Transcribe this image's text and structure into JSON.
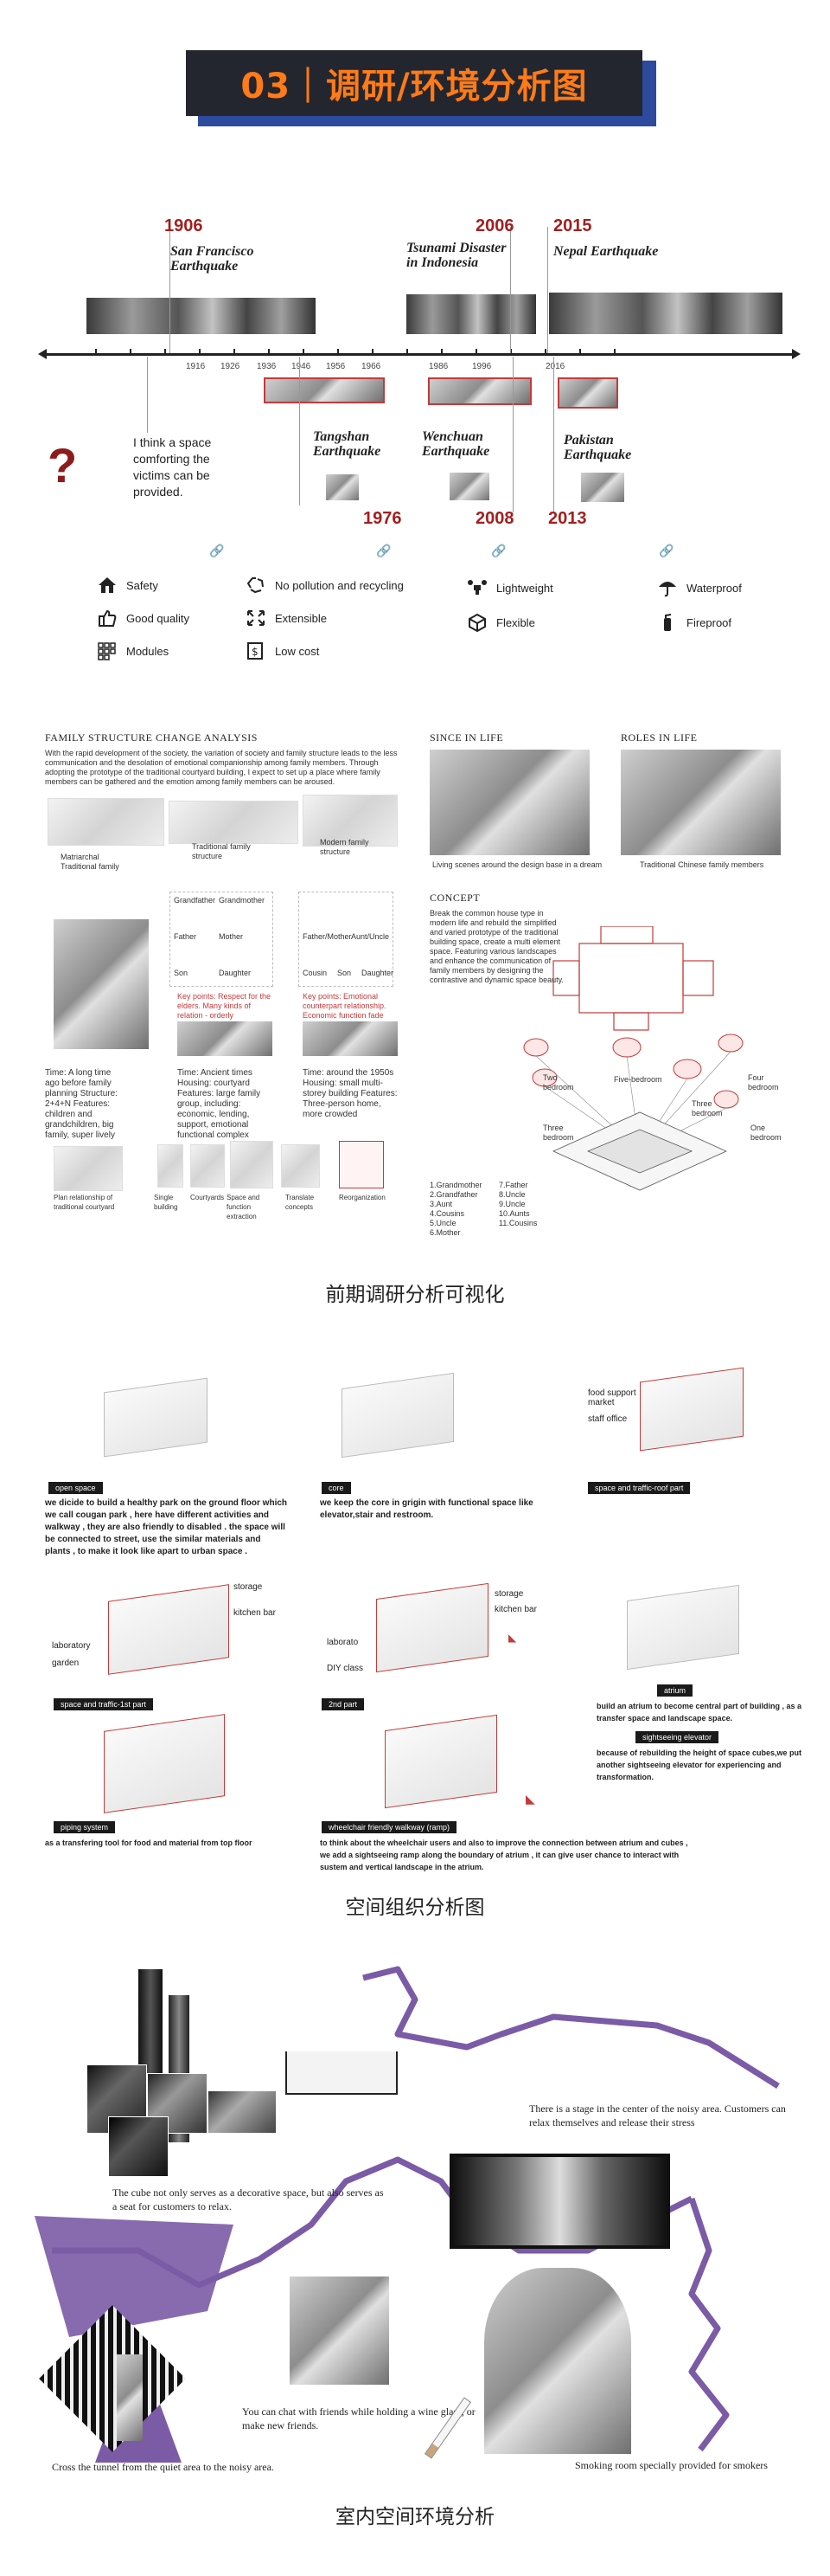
{
  "header": {
    "title": "03｜调研/环境分析图"
  },
  "timeline": {
    "axis_years": [
      "1916",
      "1926",
      "1936",
      "1946",
      "1956",
      "1966",
      "1986",
      "1996",
      "2016"
    ],
    "events_above": [
      {
        "year": "1906",
        "name_line1": "San Francisco",
        "name_line2": "Earthquake"
      },
      {
        "year": "2006",
        "name_line1": "Tsunami Disaster",
        "name_line2": "in Indonesia"
      },
      {
        "year": "2015",
        "name_line1": "Nepal Earthquake",
        "name_line2": ""
      }
    ],
    "events_below": [
      {
        "year": "1976",
        "name_line1": "Tangshan",
        "name_line2": "Earthquake"
      },
      {
        "year": "2008",
        "name_line1": "Wenchuan",
        "name_line2": "Earthquake"
      },
      {
        "year": "2013",
        "name_line1": "Pakistan",
        "name_line2": "Earthquake"
      }
    ],
    "question_text": "I think a space comforting the victims can be provided.",
    "question_mark": "?"
  },
  "features": [
    {
      "label": "Safety",
      "icon": "house-shield-icon"
    },
    {
      "label": "Good quality",
      "icon": "thumbs-up-icon"
    },
    {
      "label": "Modules",
      "icon": "modules-grid-icon"
    },
    {
      "label": "No pollution and recycling",
      "icon": "recycle-icon"
    },
    {
      "label": "Extensible",
      "icon": "expand-arrows-icon"
    },
    {
      "label": "Low cost",
      "icon": "cost-icon"
    },
    {
      "label": "Lightweight",
      "icon": "drone-icon"
    },
    {
      "label": "Flexible",
      "icon": "cube-icon"
    },
    {
      "label": "Waterproof",
      "icon": "umbrella-icon"
    },
    {
      "label": "Fireproof",
      "icon": "extinguisher-icon"
    }
  ],
  "research": {
    "family_title": "FAMILY STRUCTURE CHANGE ANALYSIS",
    "family_intro": "With the rapid development of the society, the variation of society and family structure leads to the less communication and the desolation of emotional companionship among family members. Through adopting the prototype of the traditional courtyard building, I expect to set up a place where family members can be gathered and the emotion among family members can be aroused.",
    "col_labels": [
      "Matriarchal Traditional family",
      "Traditional family structure",
      "Modern family structure"
    ],
    "people_row1": [
      "Grandfather",
      "Grandmother",
      "Father",
      "Mother",
      "Son",
      "Daughter"
    ],
    "people_row2": [
      "Father/Mother",
      "Aunt/Uncle",
      "Cousin",
      "Son",
      "Daughter"
    ],
    "key_point_1": "Key points: Respect for the elders. Many kinds of relation - orderly",
    "key_point_2": "Key points: Emotional counterpart relationship. Economic function fade family ideals more sure",
    "time_texts": [
      "Time: A long time ago before family planning Structure: 2+4+N Features: children and grandchildren, big family, super lively",
      "Time: Ancient times Housing: courtyard Features: large family group, including: economic, lending, support, emotional functional complex",
      "Time: around the 1950s Housing: small multi-storey building Features: Three-person home, more crowded"
    ],
    "plan_labels": [
      "Plan relationship of traditional courtyard",
      "Single building",
      "Courtyards",
      "Space and function extraction",
      "Translate concepts",
      "Reorganization"
    ],
    "since_title": "SINCE IN LIFE",
    "since_caption": "Living scenes around the design base in a dream",
    "roles_title": "ROLES IN LIFE",
    "roles_caption": "Traditional Chinese family members",
    "concept_title": "CONCEPT",
    "concept_text": "Break the common house type in modern life and rebuild the simplified and varied prototype of the traditional building space, create a multi element space. Featuring various landscapes and enhance the communication of family members by designing the contrastive and dynamic space beauty.",
    "bedrooms": [
      "Two bedroom",
      "Five-bedroom",
      "Four bedroom",
      "Three bedroom",
      "Three bedroom",
      "One bedroom"
    ],
    "members": [
      "1.Grandmother",
      "2.Grandfather",
      "3.Aunt",
      "4.Cousins",
      "5.Uncle",
      "6.Mother",
      "7.Father",
      "8.Uncle",
      "9.Uncle",
      "10.Aunts",
      "11.Cousins"
    ]
  },
  "caption_1": "前期调研分析可视化",
  "spatial": {
    "tags": {
      "open_space": "open space",
      "core": "core",
      "roof": "space and traffic-roof part",
      "first": "space and traffic-1st part",
      "second": "2nd part",
      "atrium": "atrium",
      "elevator": "sightseeing elevator",
      "piping": "piping system",
      "ramp": "wheelchair friendly walkway (ramp)"
    },
    "open_space_text": "we dicide to build a healthy park on the ground floor which we call cougan park , here have different activities and walkway , they are also friendly to disabled . the space will be connected to street, use the similar materials and plants , to make it look like apart to urban space .",
    "core_text": "we keep the core in grigin with functional space like elevator,stair and restroom.",
    "roof_labels": [
      "food support market",
      "staff office"
    ],
    "first_labels": [
      "storage",
      "kitchen bar",
      "laboratory",
      "garden"
    ],
    "second_labels": [
      "storage",
      "kitchen bar",
      "laborato",
      "DIY class"
    ],
    "atrium_text": "build an atrium to become central part of building , as a transfer space and landscape space.",
    "elevator_text": "because of rebuilding the height of space cubes,we put another sightseeing elevator for experiencing and transformation.",
    "piping_text": "as a transfering tool for food and material from top floor",
    "ramp_text": "to think about the wheelchair users and also to improve the connection between atrium and cubes , we add a sightseeing ramp along the boundary of atrium , it can give user chance to interact with sustem and vertical landscape in the atrium."
  },
  "caption_2": "空间组织分析图",
  "interior": {
    "stage_text": "There is a stage in the center of the noisy area. Customers can relax themselves and release their stress",
    "cube_text": "The cube not only serves as a decorative space, but also serves as a seat for customers to relax.",
    "chat_text": "You can chat with friends while holding a wine glass, or make new friends.",
    "tunnel_text": "Cross the tunnel from the quiet area to the noisy area.",
    "smoking_text": "Smoking room specially provided for smokers",
    "accent_color": "#7b5ba6"
  },
  "caption_3": "室内空间环境分析",
  "colors": {
    "title_bg": "#23262e",
    "title_text": "#ff7a18",
    "title_shadow": "#2d4a9e",
    "accent_red": "#a31f1f"
  }
}
